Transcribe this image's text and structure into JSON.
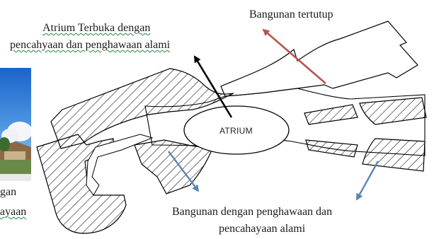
{
  "labels": {
    "atrium_open_line1": "Atrium Terbuka dengan",
    "atrium_open_line2": "pencahyaan dan penghawaan alami",
    "closed_building": "Bangunan tertutup",
    "natural_building_line1": "Bangunan dengan penghawaan dan",
    "natural_building_line2": "pencahayaan alami",
    "atrium": "ATRIUM",
    "left_fragment_1": "gan",
    "left_fragment_2": "ayaan"
  },
  "colors": {
    "arrow_black": "#000000",
    "arrow_red": "#b85450",
    "arrow_blue": "#5b84b7",
    "spellcheck_underline": "#1d8a3a",
    "hatch": "#000000"
  }
}
